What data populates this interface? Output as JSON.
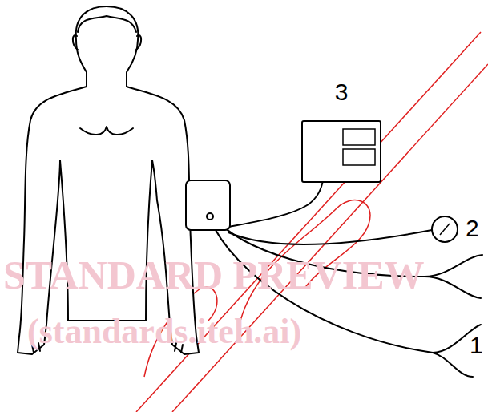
{
  "diagram": {
    "nodes": [
      {
        "text": [
          "3"
        ]
      },
      {
        "text": [
          "2"
        ]
      }
    ],
    "labels": [
      "STANDARD PREVIEW",
      "(standards.iteh.ai)",
      "1"
    ]
  }
}
